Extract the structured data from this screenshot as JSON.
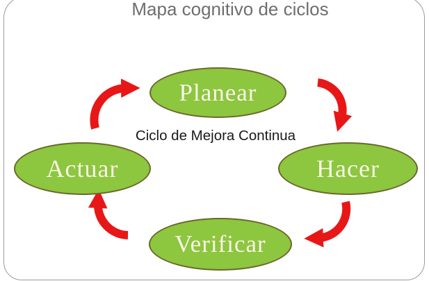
{
  "header": {
    "title": "Mapa cognitivo de ciclos"
  },
  "diagram": {
    "center_label": "Ciclo de Mejora Continua",
    "nodes": [
      {
        "id": "planear",
        "label": "Planear",
        "position": "top"
      },
      {
        "id": "hacer",
        "label": "Hacer",
        "position": "right"
      },
      {
        "id": "verificar",
        "label": "Verificar",
        "position": "bottom"
      },
      {
        "id": "actuar",
        "label": "Actuar",
        "position": "left"
      }
    ],
    "arrows": [
      {
        "from": "Actuar",
        "to": "Planear"
      },
      {
        "from": "Planear",
        "to": "Hacer"
      },
      {
        "from": "Hacer",
        "to": "Verificar"
      },
      {
        "from": "Verificar",
        "to": "Actuar"
      }
    ],
    "colors": {
      "node_fill": "#8dc63f",
      "node_border": "#6b682a",
      "node_text": "#f7f5e6",
      "arrow": "#e81717",
      "title_text": "#6e6e6e",
      "center_text": "#1a1a1a",
      "frame_border": "#9b9b9b"
    }
  }
}
